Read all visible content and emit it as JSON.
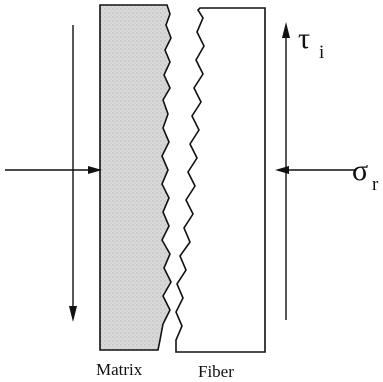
{
  "labels": {
    "matrix": "Matrix",
    "fiber": "Fiber",
    "shear_symbol": "τ",
    "shear_subscript": "i",
    "normal_symbol": "σ",
    "normal_subscript": "r"
  },
  "colors": {
    "ink": "#111111",
    "matrix_fill": "#d9d9d9",
    "fiber_fill": "#ffffff"
  },
  "icons": {
    "shear_down": "arrow-down-icon",
    "shear_up": "arrow-up-icon",
    "compress_right": "arrow-right-icon",
    "compress_left": "arrow-left-icon"
  }
}
